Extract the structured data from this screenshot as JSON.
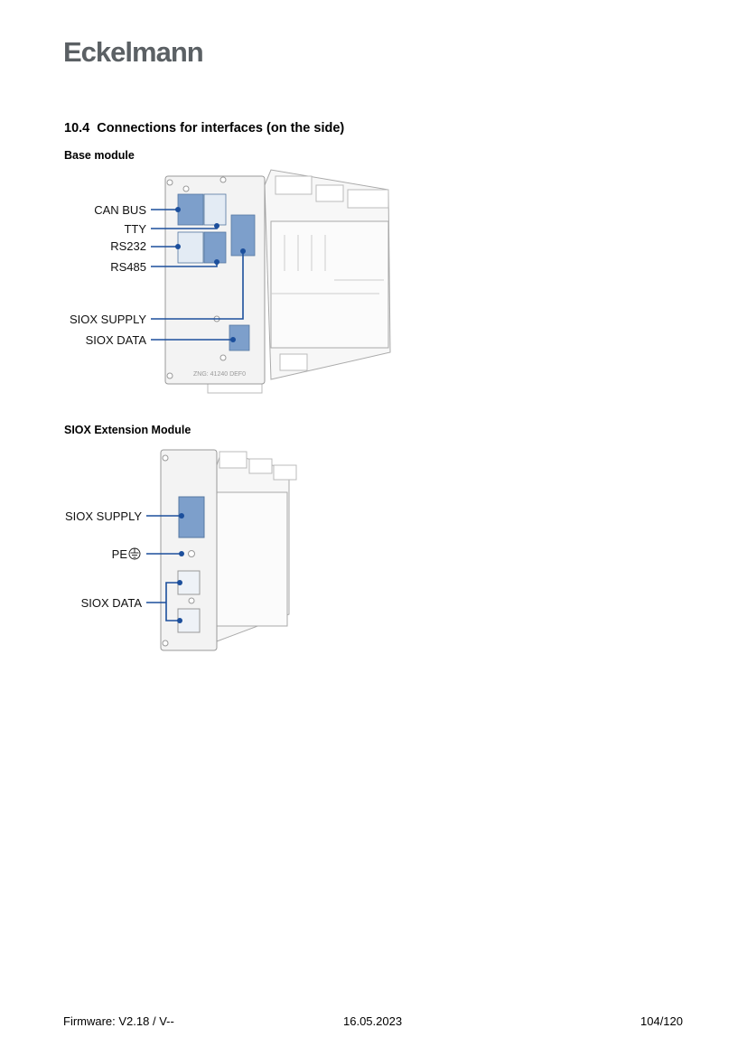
{
  "header": {
    "logo": "Eckelmann"
  },
  "section": {
    "number": "10.4",
    "title": "Connections for interfaces (on the side)"
  },
  "base_module": {
    "heading": "Base module",
    "labels": [
      "CAN BUS",
      "TTY",
      "RS232",
      "RS485",
      "SIOX SUPPLY",
      "SIOX DATA"
    ],
    "drawing_number": "ZNG: 41240 DEF0"
  },
  "extension_module": {
    "heading": "SIOX Extension Module",
    "labels": [
      "SIOX SUPPLY",
      "PE",
      "SIOX DATA"
    ]
  },
  "colors": {
    "callout": "#1c4f9c",
    "connector": "#7d9fcb",
    "logo": "#5b6064"
  },
  "footer": {
    "firmware": "Firmware: V2.18 / V--",
    "date": "16.05.2023",
    "page": "104/120"
  }
}
